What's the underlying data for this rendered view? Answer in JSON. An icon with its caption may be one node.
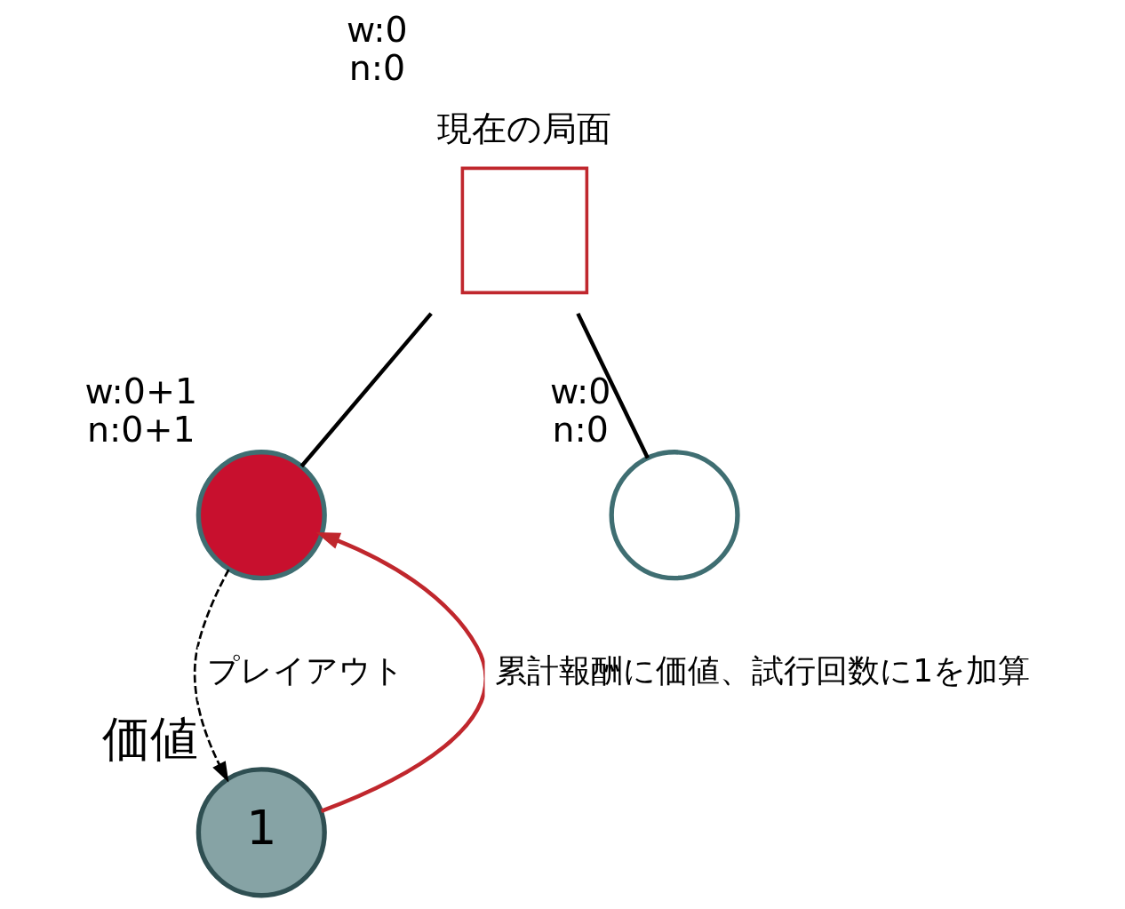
{
  "diagram": {
    "nodes": [
      {
        "text": [
          "現在の局面"
        ],
        "beside": [
          "w:0",
          "n:0"
        ]
      },
      {
        "text": [],
        "shape": "circle",
        "beside": [
          "w:0+1",
          "n:0+1"
        ]
      },
      {
        "text": [],
        "shape": "circle",
        "beside": [
          "w:0",
          "n:0"
        ]
      },
      {
        "text": [
          "1"
        ],
        "beside": [
          "価値"
        ]
      }
    ],
    "edges": [
      {
        "from": 0,
        "to": 1,
        "arrow": "none"
      },
      {
        "from": 0,
        "to": 2,
        "arrow": "none"
      },
      {
        "from": 1,
        "to": 3,
        "arrow": "to",
        "style": "dashed",
        "label": "プレイアウト"
      },
      {
        "from": 3,
        "to": 1,
        "arrow": "to",
        "color": "#c0272d",
        "label": "累計報酬に価値、試行回数に1を加算"
      }
    ]
  }
}
